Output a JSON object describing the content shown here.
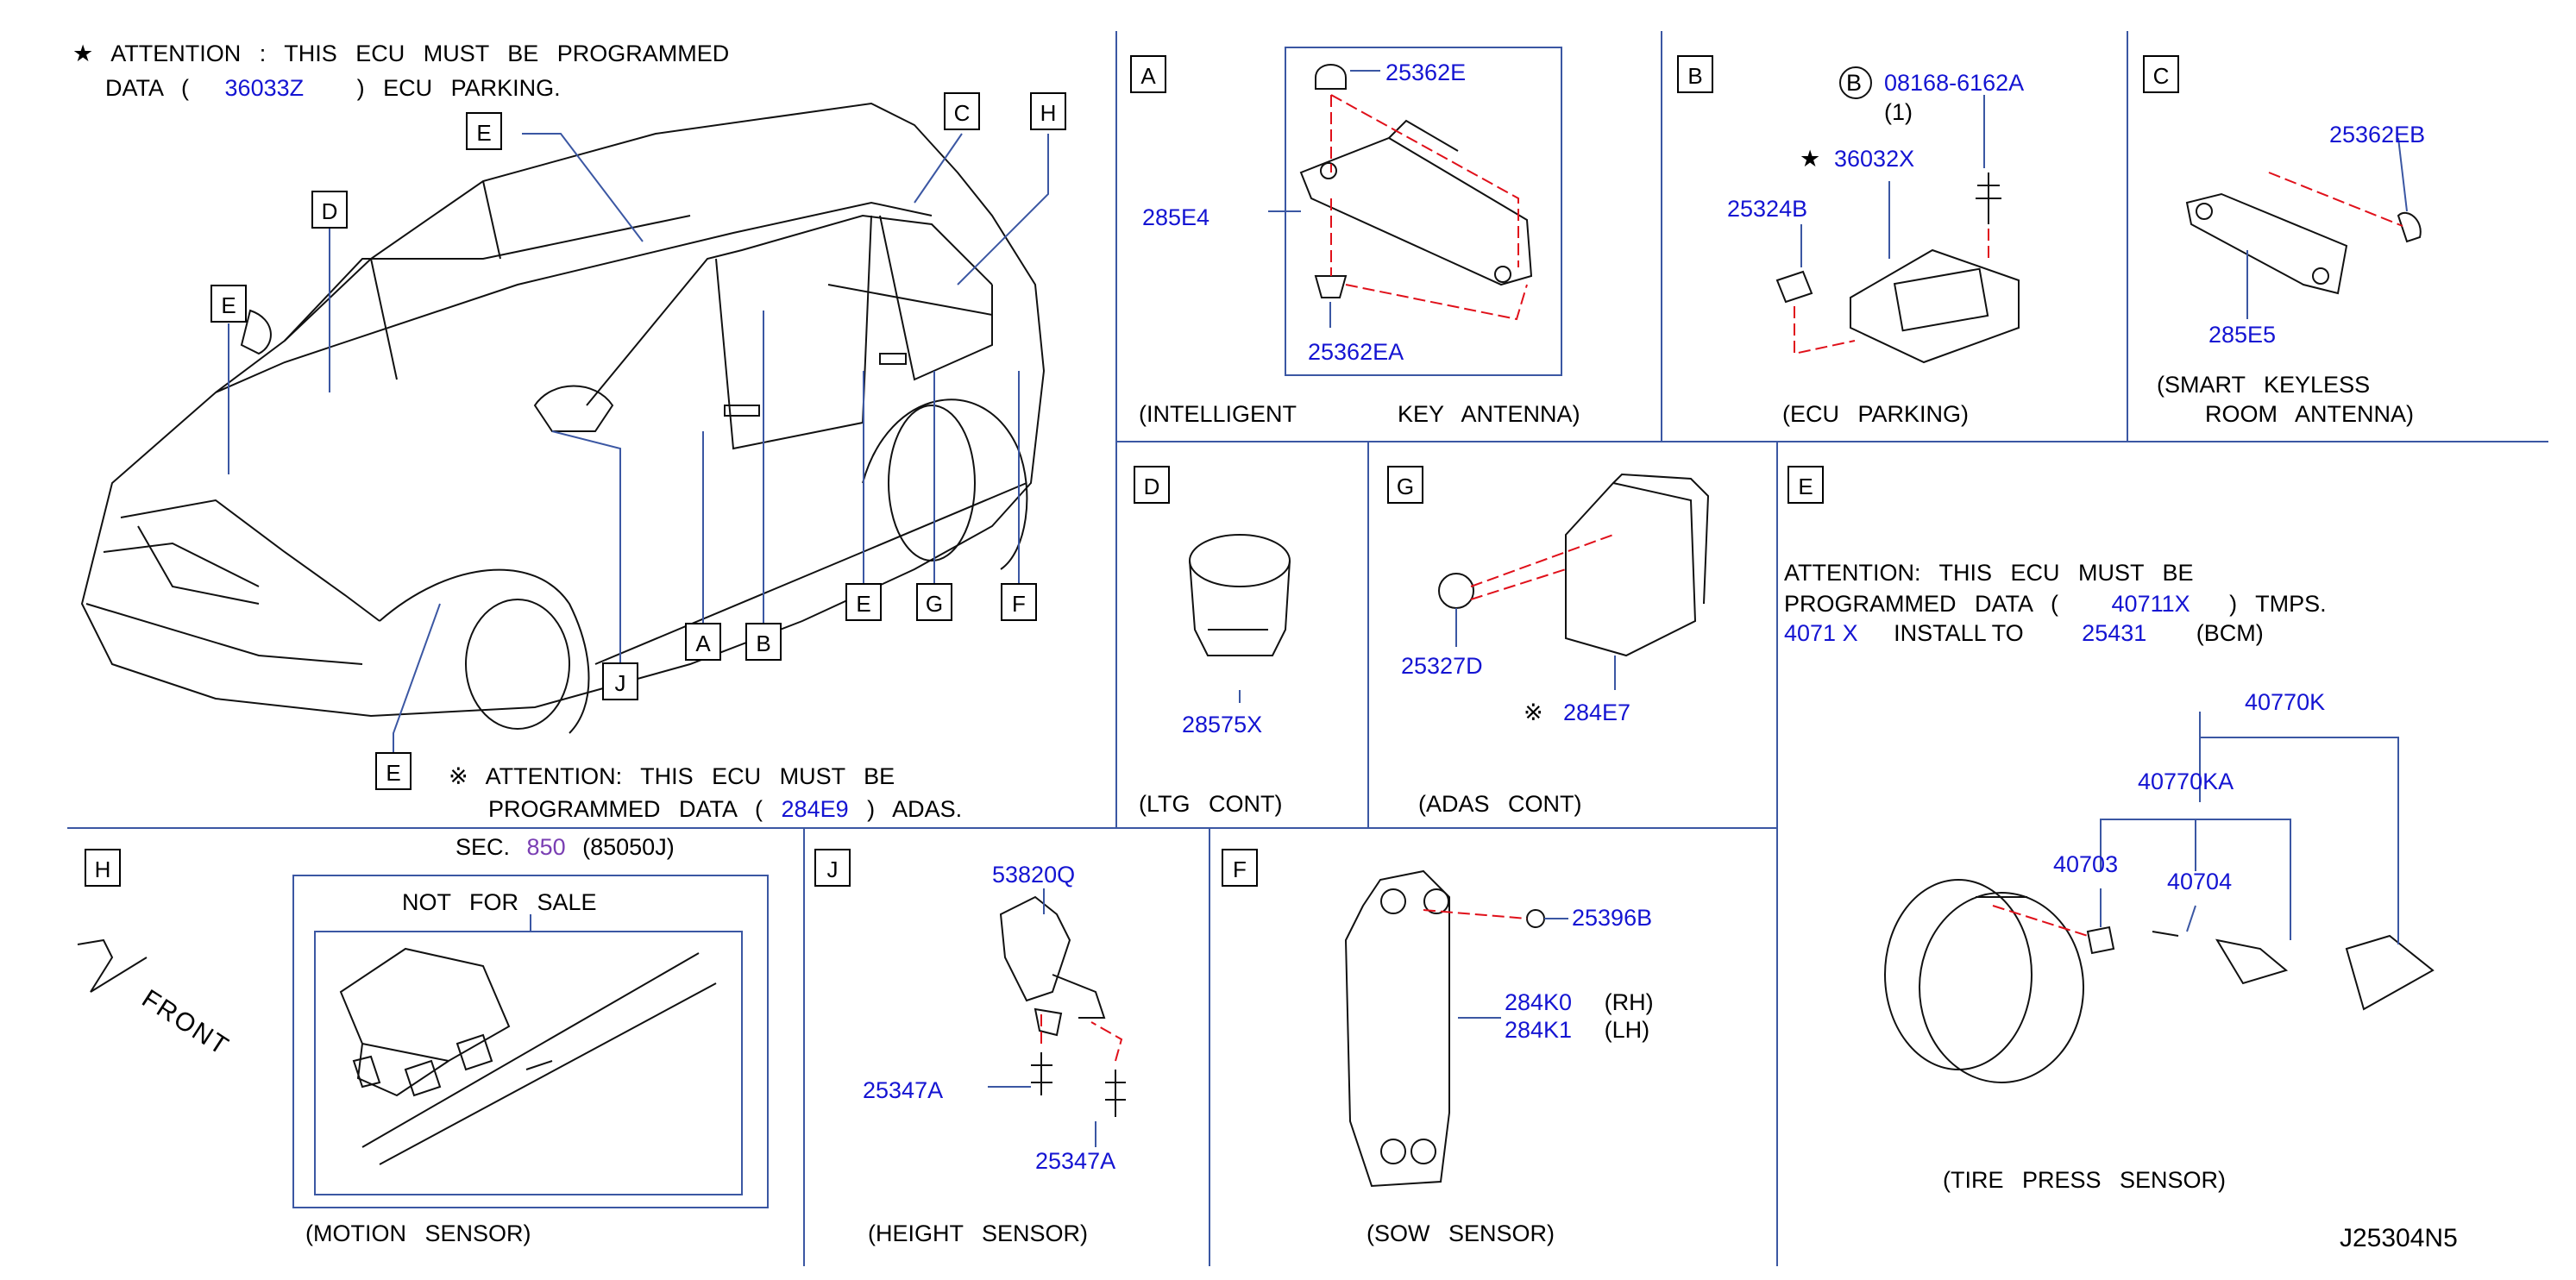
{
  "colors": {
    "part_number": "#1414d2",
    "section_ref": "#7a3fb3",
    "grid_line": "#3b57a3",
    "leader_dash": "#e0101a"
  },
  "icons": {
    "star": "star-icon",
    "note": "reference-mark-icon",
    "circle_b": "circled-letter-icon",
    "front_arrow": "front-arrow-icon"
  },
  "notes": {
    "ecu_parking": {
      "line1": "ATTENTION : THIS ECU MUST BE PROGRAMMED",
      "prefix": "DATA (",
      "part": "36033Z",
      "suffix": ") ECU PARKING."
    },
    "adas": {
      "line1": "ATTENTION: THIS ECU MUST BE",
      "prefix": "PROGRAMMED DATA (",
      "part": "284E9",
      "suffix": ") ADAS."
    },
    "tmps": {
      "line1": "ATTENTION: THIS ECU MUST BE",
      "prefix": "PROGRAMMED DATA (",
      "part": "40711X",
      "suffix": ") TMPS.",
      "line3_a": "4071 X",
      "line3_b": "INSTALL TO",
      "line3_part": "25431",
      "line3_c": "(BCM)"
    }
  },
  "vehicle_callouts": [
    "E",
    "C",
    "H",
    "D",
    "E",
    "E",
    "G",
    "F",
    "E",
    "J",
    "A",
    "B"
  ],
  "panels": {
    "A": {
      "letter": "A",
      "caption_a": "(INTELLIGENT",
      "caption_b": "KEY ANTENNA)",
      "parts": [
        "25362E",
        "285E4",
        "25362EA"
      ]
    },
    "B": {
      "letter": "B",
      "caption": "(ECU PARKING)",
      "circle_label": "B",
      "bolt_part": "08168-6162A",
      "bolt_qty": "(1)",
      "ecu_part": "36032X",
      "nut_part": "25324B"
    },
    "C": {
      "letter": "C",
      "caption_1": "(SMART KEYLESS",
      "caption_2": "ROOM ANTENNA)",
      "parts": [
        "25362EB",
        "285E5"
      ]
    },
    "D": {
      "letter": "D",
      "caption": "(LTG CONT)",
      "part": "28575X"
    },
    "G": {
      "letter": "G",
      "caption": "(ADAS CONT)",
      "part_clip": "25327D",
      "part_unit": "284E7"
    },
    "E": {
      "letter": "E",
      "caption": "(TIRE PRESS SENSOR)",
      "parts": [
        "40770K",
        "40770KA",
        "40703",
        "40704"
      ]
    },
    "H": {
      "letter": "H",
      "sec_label": "SEC.",
      "sec_num": "850",
      "sec_ref": "(85050J)",
      "nfs": "NOT FOR SALE",
      "front": "FRONT",
      "caption": "(MOTION SENSOR)"
    },
    "J": {
      "letter": "J",
      "caption": "(HEIGHT SENSOR)",
      "parts": [
        "53820Q",
        "25347A",
        "25347A"
      ]
    },
    "F": {
      "letter": "F",
      "caption": "(SOW SENSOR)",
      "clip_part": "25396B",
      "rh_part": "284K0",
      "rh": "(RH)",
      "lh_part": "284K1",
      "lh": "(LH)"
    }
  },
  "diagram_id": "J25304N5"
}
